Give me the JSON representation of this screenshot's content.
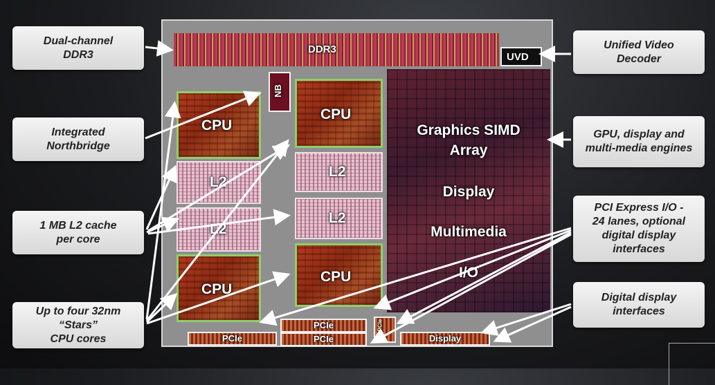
{
  "callouts": {
    "ddr3": "Dual-channel\nDDR3",
    "northbridge": "Integrated\nNorthbridge",
    "l2_cache": "1 MB L2 cache\nper core",
    "cpu_cores": "Up to four 32nm\n“Stars”\nCPU cores",
    "uvd": "Unified Video\nDecoder",
    "gpu": "GPU, display and\nmulti-media engines",
    "pcie_io": "PCI Express I/O -\n24 lanes, optional\ndigital display\ninterfaces",
    "digital_display": "Digital display\ninterfaces"
  },
  "die": {
    "ddr3": "DDR3",
    "uvd": "UVD",
    "nb": "NB",
    "cpu_labels": [
      "CPU",
      "CPU",
      "CPU",
      "CPU"
    ],
    "l2_labels": [
      "L2",
      "L2",
      "L2",
      "L2"
    ],
    "gpu_lines": [
      "Graphics SIMD",
      "Array",
      "Display",
      "Multimedia",
      "I/O"
    ],
    "pcie_labels": [
      "PCIe",
      "PCIe",
      "PCIe"
    ],
    "small_io": "PCIe",
    "display": "Display"
  }
}
